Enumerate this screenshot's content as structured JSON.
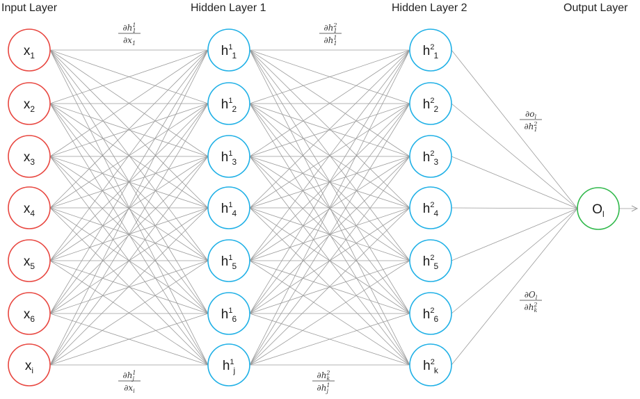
{
  "titles": {
    "input": "Input Layer",
    "hidden1": "Hidden Layer 1",
    "hidden2": "Hidden Layer 2",
    "output": "Output Layer"
  },
  "colors": {
    "input": "#e8463f",
    "hidden": "#1fb0e6",
    "output": "#2fb84a",
    "edge": "#9a9a9a"
  },
  "layers": {
    "input": [
      {
        "base": "x",
        "sub": "1"
      },
      {
        "base": "x",
        "sub": "2"
      },
      {
        "base": "x",
        "sub": "3"
      },
      {
        "base": "x",
        "sub": "4"
      },
      {
        "base": "x",
        "sub": "5"
      },
      {
        "base": "x",
        "sub": "6"
      },
      {
        "base": "x",
        "sub": "i"
      }
    ],
    "hidden1": [
      {
        "base": "h",
        "sup": "1",
        "sub": "1"
      },
      {
        "base": "h",
        "sup": "1",
        "sub": "2"
      },
      {
        "base": "h",
        "sup": "1",
        "sub": "3"
      },
      {
        "base": "h",
        "sup": "1",
        "sub": "4"
      },
      {
        "base": "h",
        "sup": "1",
        "sub": "5"
      },
      {
        "base": "h",
        "sup": "1",
        "sub": "6"
      },
      {
        "base": "h",
        "sup": "1",
        "sub": "j"
      }
    ],
    "hidden2": [
      {
        "base": "h",
        "sup": "2",
        "sub": "1"
      },
      {
        "base": "h",
        "sup": "2",
        "sub": "2"
      },
      {
        "base": "h",
        "sup": "2",
        "sub": "3"
      },
      {
        "base": "h",
        "sup": "2",
        "sub": "4"
      },
      {
        "base": "h",
        "sup": "2",
        "sub": "5"
      },
      {
        "base": "h",
        "sup": "2",
        "sub": "6"
      },
      {
        "base": "h",
        "sup": "2",
        "sub": "k"
      }
    ],
    "output": [
      {
        "base": "O",
        "sub": "l"
      }
    ]
  },
  "derivatives": [
    {
      "name": "deriv-h1-1-x1",
      "num": {
        "base": "∂h",
        "sup": "1",
        "sub": "1"
      },
      "den": {
        "base": "∂x",
        "sub": "1"
      }
    },
    {
      "name": "deriv-hj-xi",
      "num": {
        "base": "∂h",
        "sup": "1",
        "sub": "j"
      },
      "den": {
        "base": "∂x",
        "sub": "i"
      }
    },
    {
      "name": "deriv-h2-1-h1-1",
      "num": {
        "base": "∂h",
        "sup": "2",
        "sub": "1"
      },
      "den": {
        "base": "∂h",
        "sup": "1",
        "sub": "1"
      }
    },
    {
      "name": "deriv-hk-hj",
      "num": {
        "base": "∂h",
        "sup": "2",
        "sub": "k"
      },
      "den": {
        "base": "∂h",
        "sup": "1",
        "sub": "j"
      }
    },
    {
      "name": "deriv-ol-h2-1",
      "num": {
        "base": "∂o",
        "sub": "l"
      },
      "den": {
        "base": "∂h",
        "sup": "2",
        "sub": "1"
      }
    },
    {
      "name": "deriv-ol-hk",
      "num": {
        "base": "∂O",
        "sub": "l"
      },
      "den": {
        "base": "∂h",
        "sup": "2",
        "sub": "k"
      }
    }
  ]
}
